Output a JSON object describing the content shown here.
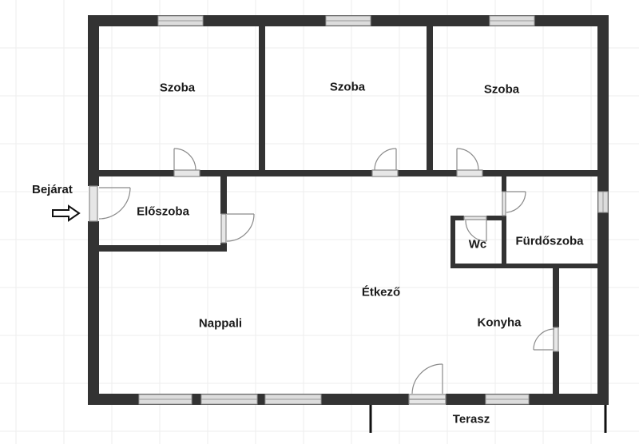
{
  "rooms": {
    "bedroom_1": "Szoba",
    "bedroom_2": "Szoba",
    "bedroom_3": "Szoba",
    "hall": "Előszoba",
    "wc": "Wc",
    "bathroom": "Fürdőszoba",
    "dining": "Étkező",
    "living": "Nappali",
    "kitchen": "Konyha"
  },
  "entrance": "Bejárat",
  "terrace": "Terasz",
  "colors": {
    "wall": "#333333",
    "grid": "#eeeeee",
    "window": "#dcdcdc",
    "text": "#1a1a1a"
  }
}
